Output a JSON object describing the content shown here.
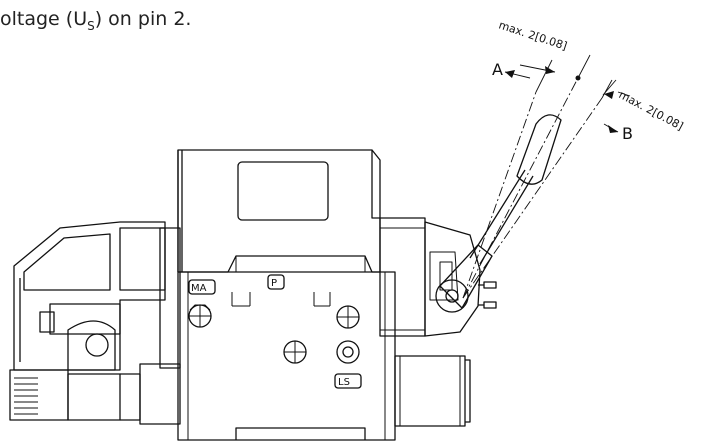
{
  "caption": {
    "prefix": "oltage (U",
    "subscript": "S",
    "suffix": ") on pin 2."
  },
  "dimensions": {
    "left_max": "max. 2[0.08]",
    "right_max": "max. 2[0.08]"
  },
  "directions": {
    "a": "A",
    "b": "B"
  },
  "ports": {
    "ma": "MA",
    "p": "P",
    "ls": "LS"
  }
}
